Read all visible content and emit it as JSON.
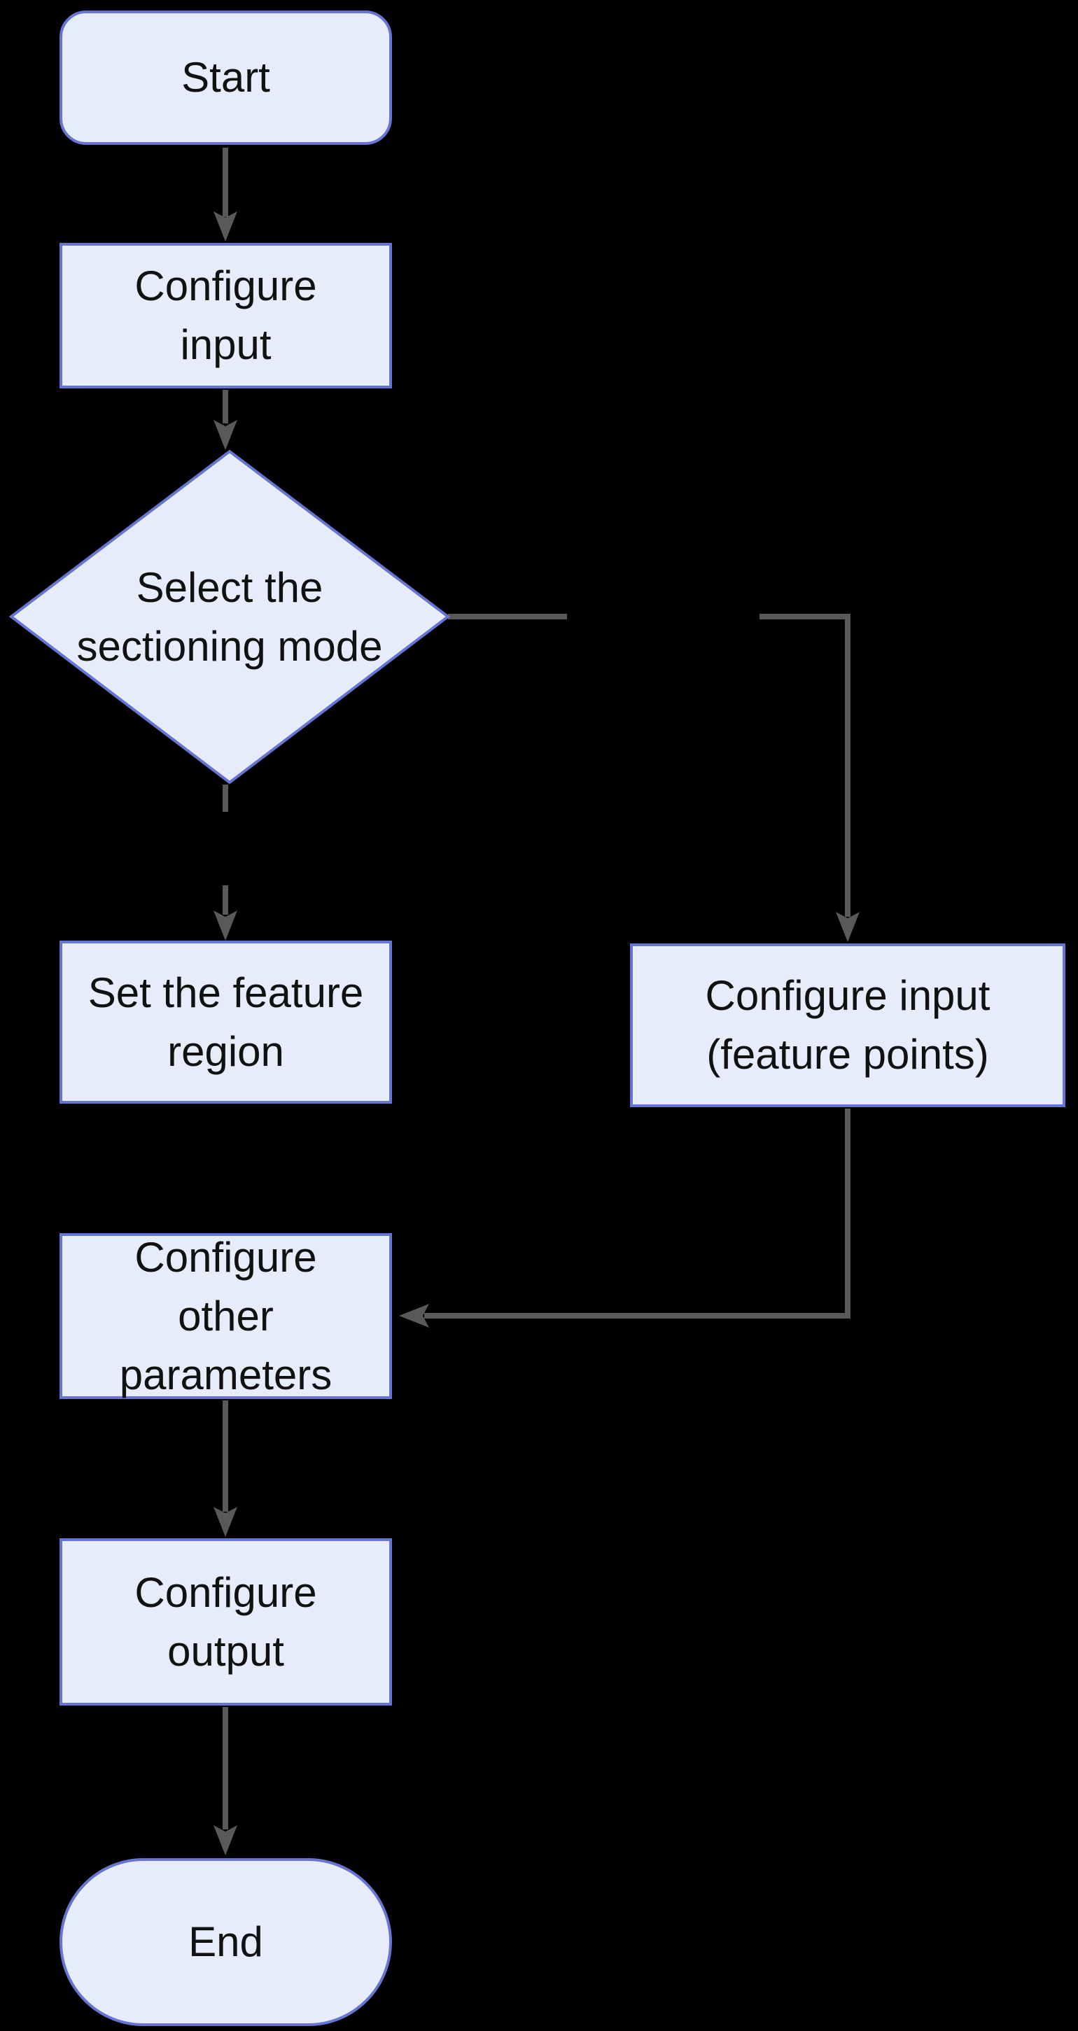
{
  "diagram": {
    "background": "#000000",
    "colors": {
      "node_fill": "#e7ecfa",
      "node_border": "#6775d2",
      "arrow": "#595959",
      "text": "#111111"
    },
    "nodes": [
      {
        "id": "start",
        "type": "terminator",
        "label": "Start"
      },
      {
        "id": "configure-input",
        "type": "process",
        "label": "Configure\ninput"
      },
      {
        "id": "select-sectioning-mode",
        "type": "decision",
        "label": "Select the\nsectioning mode"
      },
      {
        "id": "set-feature-region",
        "type": "process",
        "label": "Set the feature\nregion"
      },
      {
        "id": "configure-input-feature-points",
        "type": "process",
        "label": "Configure input\n(feature points)"
      },
      {
        "id": "configure-other-parameters",
        "type": "process",
        "label": "Configure\nother\nparameters"
      },
      {
        "id": "configure-output",
        "type": "process",
        "label": "Configure\noutput"
      },
      {
        "id": "end",
        "type": "terminator",
        "label": "End"
      }
    ],
    "edges": [
      {
        "from": "start",
        "to": "configure-input"
      },
      {
        "from": "configure-input",
        "to": "select-sectioning-mode"
      },
      {
        "from": "select-sectioning-mode",
        "to": "set-feature-region",
        "branch": "down"
      },
      {
        "from": "select-sectioning-mode",
        "to": "configure-input-feature-points",
        "branch": "right"
      },
      {
        "from": "set-feature-region",
        "to": "configure-other-parameters"
      },
      {
        "from": "configure-input-feature-points",
        "to": "configure-other-parameters"
      },
      {
        "from": "configure-other-parameters",
        "to": "configure-output"
      },
      {
        "from": "configure-output",
        "to": "end"
      }
    ]
  }
}
